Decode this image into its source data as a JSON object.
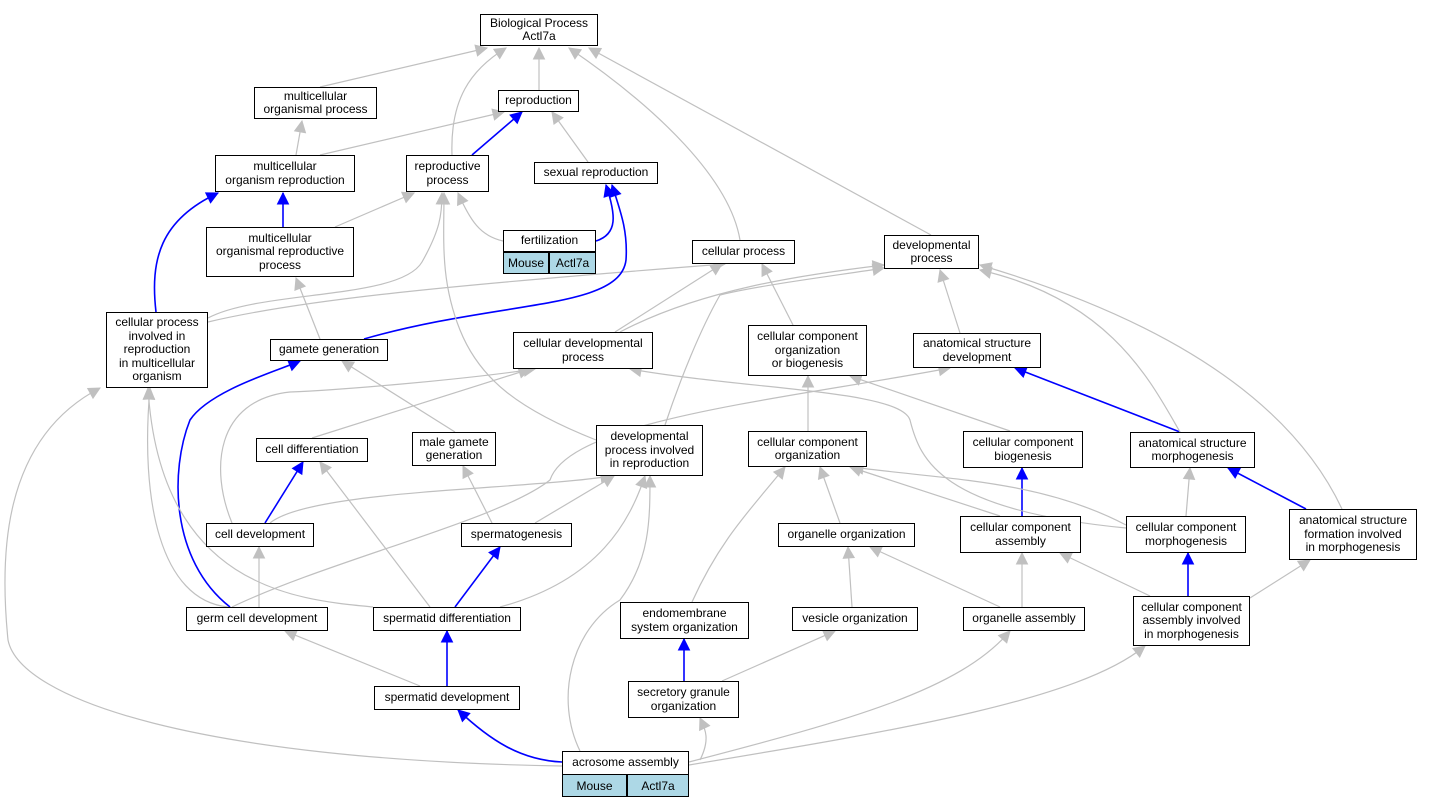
{
  "nodes": {
    "bp": "Biological Process\nActl7a",
    "mop": "multicellular\norganismal process",
    "repro": "reproduction",
    "mor": "multicellular\norganism reproduction",
    "rp": "reproductive\nprocess",
    "sex": "sexual reproduction",
    "morp": "multicellular\norganismal reproductive\nprocess",
    "fert": "fertilization",
    "cp": "cellular process",
    "devp": "developmental\nprocess",
    "cpir": "cellular process\ninvolved in\nreproduction\nin multicellular\norganism",
    "gg": "gamete generation",
    "cdp": "cellular developmental\nprocess",
    "ccob": "cellular component\norganization\nor biogenesis",
    "asd": "anatomical structure\ndevelopment",
    "cd": "cell differentiation",
    "mgg": "male gamete\ngeneration",
    "dpir": "developmental\nprocess involved\nin reproduction",
    "cco": "cellular component\norganization",
    "ccb": "cellular component\nbiogenesis",
    "asm": "anatomical structure\nmorphogenesis",
    "cdev": "cell development",
    "sperm": "spermatogenesis",
    "oo": "organelle organization",
    "cca": "cellular component\nassembly",
    "ccm": "cellular component\nmorphogenesis",
    "asf": "anatomical structure\nformation involved\nin morphogenesis",
    "gcd": "germ cell development",
    "sdiff": "spermatid differentiation",
    "eso": "endomembrane\nsystem organization",
    "vo": "vesicle organization",
    "oa": "organelle assembly",
    "ccaim": "cellular component\nassembly involved\nin morphogenesis",
    "sdev": "spermatid development",
    "sgo": "secretory granule\norganization",
    "aa": "acrosome assembly"
  },
  "tags": {
    "fert_species": "Mouse",
    "fert_gene": "Actl7a",
    "aa_species": "Mouse",
    "aa_gene": "Actl7a"
  },
  "colors": {
    "edge_default": "#c0c0c0",
    "edge_highlight": "#0000ff",
    "tag_fill": "#add8e6"
  }
}
